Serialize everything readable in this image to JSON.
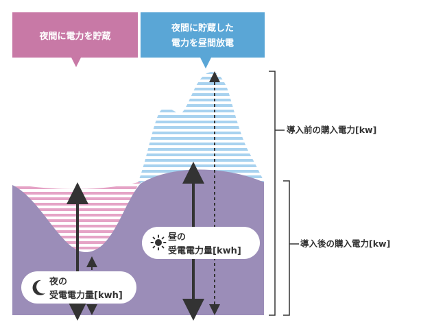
{
  "callouts": {
    "night_charge": {
      "text": "夜間に電力を貯蔵",
      "color": "#c879a6"
    },
    "day_discharge": {
      "line1": "夜間に貯蔵した",
      "line2": "電力を昼間放電",
      "color": "#5aa6d6"
    }
  },
  "pills": {
    "night": {
      "line1": "夜の",
      "line2": "受電電力量[kwh]",
      "icon": "moon-icon"
    },
    "day": {
      "line1": "昼の",
      "line2": "受電電力量[kwh]",
      "icon": "sun-icon"
    }
  },
  "side_labels": {
    "before": "導入前の購入電力[kw]",
    "after": "導入後の購入電力[kw]"
  },
  "colors": {
    "purple_area": "#9b8db8",
    "pink_stripe": "#e5a3c6",
    "blue_stripe": "#a8d2ef",
    "arrow_dark": "#333333"
  }
}
